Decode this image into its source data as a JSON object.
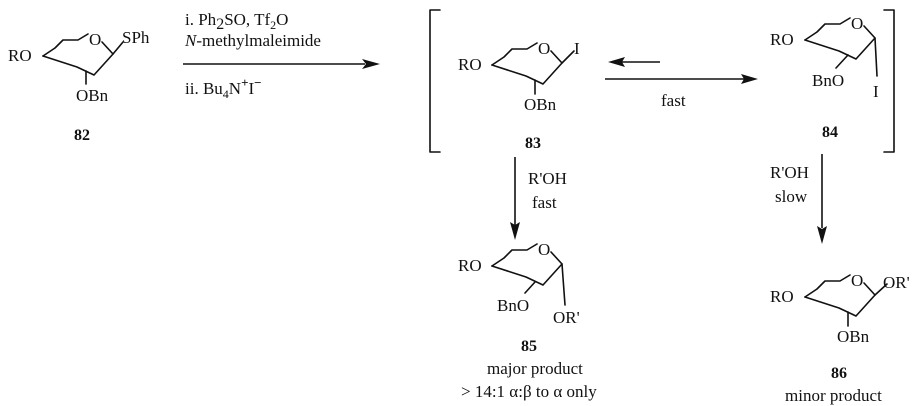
{
  "colors": {
    "ink": "#111111",
    "background": "#ffffff"
  },
  "compounds": {
    "c82": {
      "label": "82",
      "ring_O": "O",
      "sub_left": "RO",
      "sub_anomeric": "SPh",
      "sub_c2": "OBn"
    },
    "c83": {
      "label": "83",
      "ring_O": "O",
      "sub_left": "RO",
      "sub_anomeric": "I",
      "sub_c2": "OBn"
    },
    "c84": {
      "label": "84",
      "ring_O": "O",
      "sub_left": "RO",
      "sub_anomeric": "I",
      "sub_c2": "BnO"
    },
    "c85": {
      "label": "85",
      "ring_O": "O",
      "sub_left": "RO",
      "sub_anomeric": "OR'",
      "sub_c2": "BnO",
      "caption_1": "major product",
      "caption_2": "> 14:1 α:β to α only"
    },
    "c86": {
      "label": "86",
      "ring_O": "O",
      "sub_left": "RO",
      "sub_anomeric": "OR'",
      "sub_c2": "OBn",
      "caption_1": "minor product"
    }
  },
  "reagents": {
    "step1_prefix": "i. Ph",
    "step1_sub": "2",
    "step1_mid": "SO, Tf",
    "step1_sub2": "2",
    "step1_suffix": "O",
    "step1b_italic": "N",
    "step1b_rest": "-methylmaleimide",
    "step2_prefix": "ii. Bu",
    "step2_sub": "4",
    "step2_mid": "N",
    "step2_sup": "+",
    "step2_mid2": "I",
    "step2_sup2": "−"
  },
  "arrows": {
    "equilibrium_label": "fast",
    "down_left_reagent": "R'OH",
    "down_left_rate": "fast",
    "down_right_reagent": "R'OH",
    "down_right_rate": "slow"
  }
}
